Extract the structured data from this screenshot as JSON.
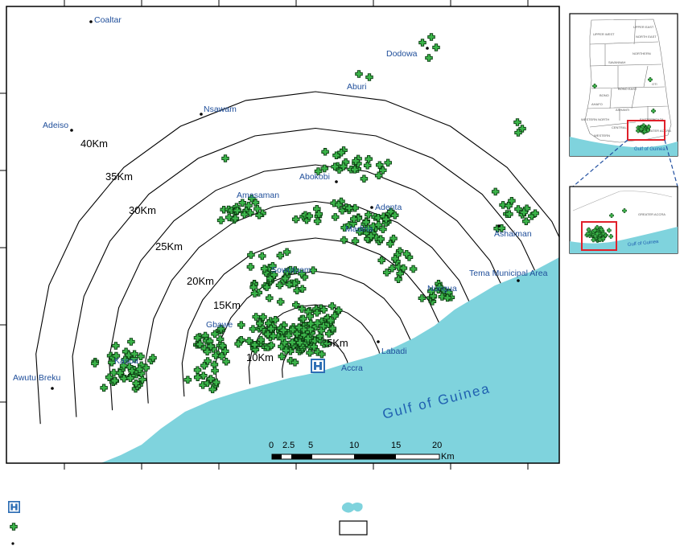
{
  "colors": {
    "sea": "#7fd3dd",
    "point": "#3cb54a",
    "frame": "#000000",
    "place_text": "#1f4e9a",
    "highlight": "#e0202a"
  },
  "places": [
    {
      "label": "Coaltar"
    },
    {
      "label": "Dodowa"
    },
    {
      "label": "Aburi"
    },
    {
      "label": "Nsawam"
    },
    {
      "label": "Adeiso"
    },
    {
      "label": "Abokobi"
    },
    {
      "label": "Amasaman"
    },
    {
      "label": "Adenta"
    },
    {
      "label": "Madina"
    },
    {
      "label": "Ashaiman"
    },
    {
      "label": "Sowutuom"
    },
    {
      "label": "Tema Municipal Area"
    },
    {
      "label": "Nungua"
    },
    {
      "label": "Gbawe"
    },
    {
      "label": "Kasoa"
    },
    {
      "label": "Labadi"
    },
    {
      "label": "Accra"
    },
    {
      "label": "Awutu Breku"
    }
  ],
  "rings": [
    "5Km",
    "10Km",
    "15Km",
    "20Km",
    "25Km",
    "30Km",
    "35Km",
    "40Km"
  ],
  "sea_label": "Gulf of Guinea",
  "scale_bar": {
    "ticks": [
      "0",
      "2.5",
      "5",
      "10",
      "15",
      "20"
    ],
    "unit": "Km"
  },
  "inset_top": {
    "regions": [
      "UPPER EAST",
      "UPPER WEST",
      "NORTH EAST",
      "NORTHERN",
      "SAVANNAH",
      "BONO EAST",
      "OTI",
      "BONO",
      "AHAFO",
      "ASHANTI",
      "VOLTA",
      "WESTERN NORTH",
      "EASTERN",
      "CENTRAL",
      "WESTERN",
      "GREATER ACCRA"
    ],
    "sea_label": "Gulf of Guinea"
  },
  "inset_bottom": {
    "sea_label": "Gulf of Guinea",
    "region": "GREATER ACCRA"
  },
  "legend": {
    "symbols": [
      "hospital-icon",
      "point-icon",
      "town-dot-icon",
      "sea-icon",
      "boundary-icon"
    ]
  }
}
